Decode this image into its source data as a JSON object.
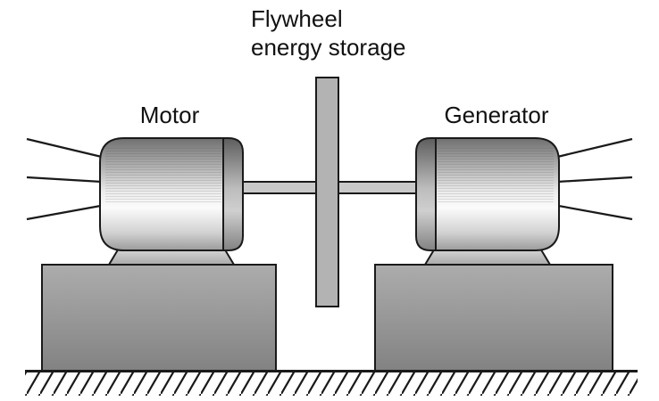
{
  "diagram": {
    "title_line1": "Flywheel",
    "title_line2": "energy storage",
    "motor_label": "Motor",
    "generator_label": "Generator"
  },
  "colors": {
    "outline": "#1a1a1a",
    "flywheel_fill": "#b3b3b3",
    "shaft_fill": "#c9c9c9",
    "pedestal_fill": "#989898",
    "machine_body_light": "#fbfbfb",
    "machine_body_dark": "#6f6f6f",
    "background": "#ffffff"
  }
}
